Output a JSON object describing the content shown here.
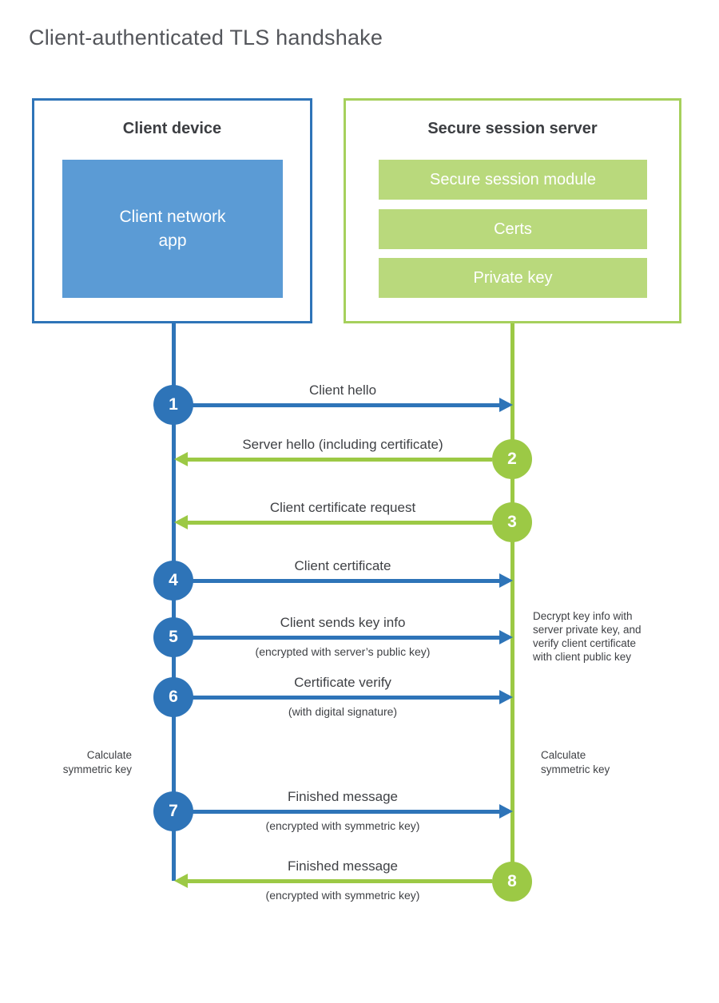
{
  "page": {
    "title": "Client-authenticated TLS handshake"
  },
  "colors": {
    "blue": "#2e74b8",
    "blue_fill": "#5b9bd5",
    "green": "#9cc945",
    "green_border": "#a6d05c",
    "green_fill": "#b9d97c",
    "text": "#3f4145",
    "title_text": "#54565b",
    "box_title_text": "#3c3e42",
    "white": "#ffffff"
  },
  "client_box": {
    "title": "Client device",
    "app_label": "Client network\napp"
  },
  "server_box": {
    "title": "Secure session server",
    "modules": [
      "Secure session module",
      "Certs",
      "Private key"
    ]
  },
  "steps": [
    {
      "number": "1",
      "label": "Client hello",
      "from": "client",
      "to": "server"
    },
    {
      "number": "2",
      "label": "Server hello (including certificate)",
      "from": "server",
      "to": "client"
    },
    {
      "number": "3",
      "label": "Client certificate request",
      "from": "server",
      "to": "client"
    },
    {
      "number": "4",
      "label": "Client certificate",
      "from": "client",
      "to": "server"
    },
    {
      "number": "5",
      "label": "Client sends key info",
      "sublabel": "(encrypted with server’s public key)",
      "from": "client",
      "to": "server"
    },
    {
      "number": "6",
      "label": "Certificate verify",
      "sublabel": "(with digital signature)",
      "from": "client",
      "to": "server"
    },
    {
      "number": "7",
      "label": "Finished message",
      "sublabel": "(encrypted with symmetric key)",
      "from": "client",
      "to": "server"
    },
    {
      "number": "8",
      "label": "Finished message",
      "sublabel": "(encrypted with symmetric key)",
      "from": "server",
      "to": "client"
    }
  ],
  "notes": {
    "decrypt": "Decrypt key info with\nserver private key, and\nverify client certificate\nwith client public key",
    "calculate_left": "Calculate\nsymmetric key",
    "calculate_right": "Calculate\nsymmetric key"
  }
}
